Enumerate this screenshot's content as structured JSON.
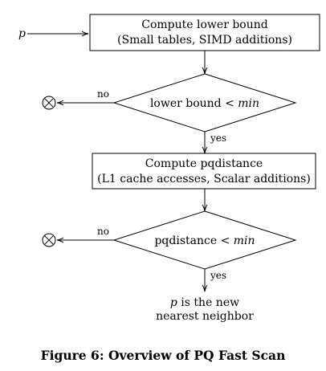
{
  "input_label": "p",
  "box1": {
    "line1": "Compute lower bound",
    "line2": "(Small tables, SIMD additions)"
  },
  "decision1": {
    "text": "lower bound < ",
    "var": "min",
    "no_label": "no",
    "yes_label": "yes"
  },
  "box2": {
    "line1": "Compute pqdistance",
    "line2": "(L1 cache accesses, Scalar additions)"
  },
  "decision2": {
    "text": "pqdistance < ",
    "var": "min",
    "no_label": "no",
    "yes_label": "yes"
  },
  "result": {
    "var": "p",
    "line1_rest": " is the new",
    "line2": "nearest neighbor"
  },
  "caption": "Figure 6: Overview of PQ Fast Scan"
}
